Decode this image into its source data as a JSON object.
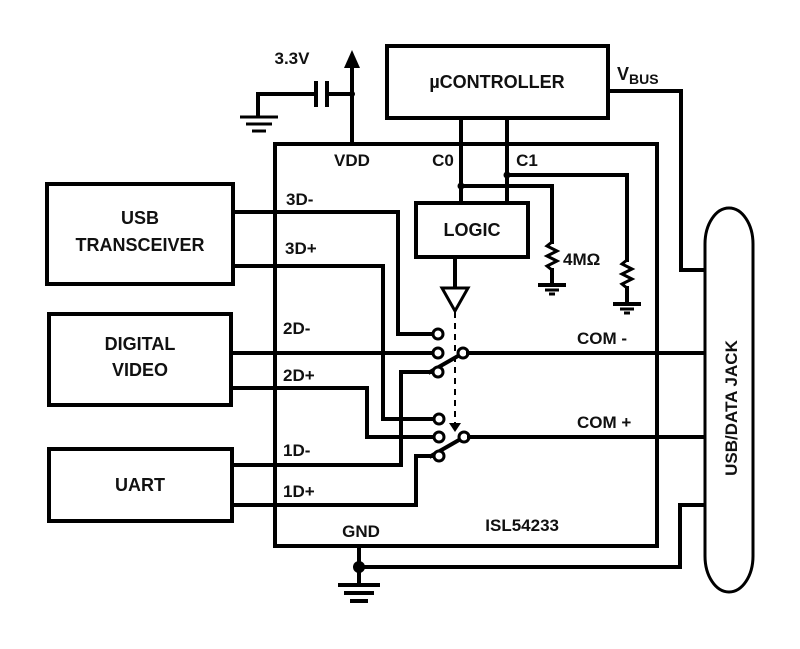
{
  "diagram": {
    "type": "circuit-schematic",
    "colors": {
      "ink": "#000000",
      "background": "#ffffff"
    },
    "blocks": {
      "usb_transceiver": [
        "USB",
        "TRANSCEIVER"
      ],
      "digital_video": [
        "DIGITAL",
        "VIDEO"
      ],
      "uart": [
        "UART"
      ],
      "microcontroller": "µCONTROLLER",
      "logic": "LOGIC",
      "ic_part": "ISL54233",
      "jack": "USB/DATA JACK"
    },
    "power": {
      "supply": "3.3V",
      "vdd": "VDD",
      "gnd": "GND",
      "vbus_main": "V",
      "vbus_sub": "BUS"
    },
    "control_pins": {
      "c0": "C0",
      "c1": "C1"
    },
    "resistor_value": "4MΩ",
    "pins": {
      "d3_minus": "3D-",
      "d3_plus": "3D+",
      "d2_minus": "2D-",
      "d2_plus": "2D+",
      "d1_minus": "1D-",
      "d1_plus": "1D+",
      "com_minus": "COM -",
      "com_plus": "COM +"
    }
  }
}
